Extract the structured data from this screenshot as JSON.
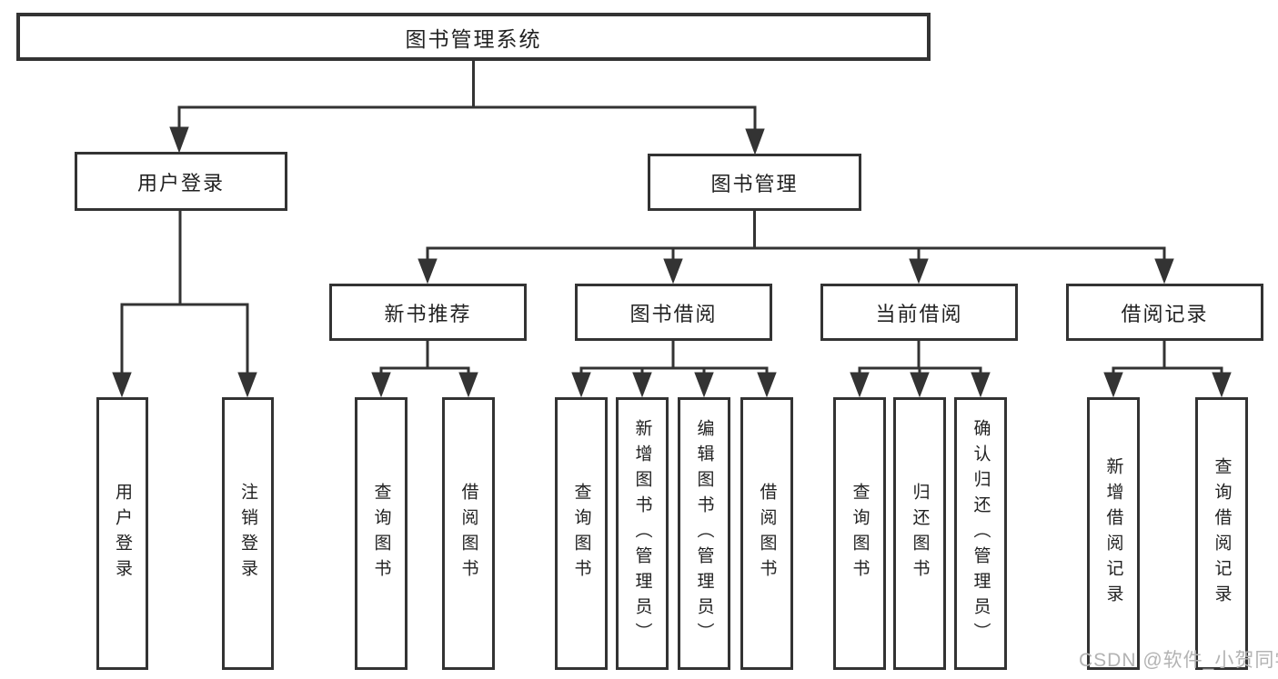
{
  "root": {
    "label": "图书管理系统"
  },
  "branches": {
    "user_login": {
      "label": "用户登录",
      "children": [
        {
          "label": "用户登录"
        },
        {
          "label": "注销登录"
        }
      ]
    },
    "book_management": {
      "label": "图书管理",
      "sections": [
        {
          "label": "新书推荐",
          "children": [
            {
              "label": "查询图书"
            },
            {
              "label": "借阅图书"
            }
          ]
        },
        {
          "label": "图书借阅",
          "children": [
            {
              "label": "查询图书"
            },
            {
              "label": "新增图书（管理员）"
            },
            {
              "label": "编辑图书（管理员）"
            },
            {
              "label": "借阅图书"
            }
          ]
        },
        {
          "label": "当前借阅",
          "children": [
            {
              "label": "查询图书"
            },
            {
              "label": "归还图书"
            },
            {
              "label": "确认归还（管理员）"
            }
          ]
        },
        {
          "label": "借阅记录",
          "children": [
            {
              "label": "新增借阅记录"
            },
            {
              "label": "查询借阅记录"
            }
          ]
        }
      ]
    }
  },
  "watermark": {
    "text": "CSDN @软件_小贺同学"
  },
  "colors": {
    "line": "#333333",
    "text": "#222222",
    "box_background": "#ffffff",
    "watermark": "#b3b3b3"
  }
}
